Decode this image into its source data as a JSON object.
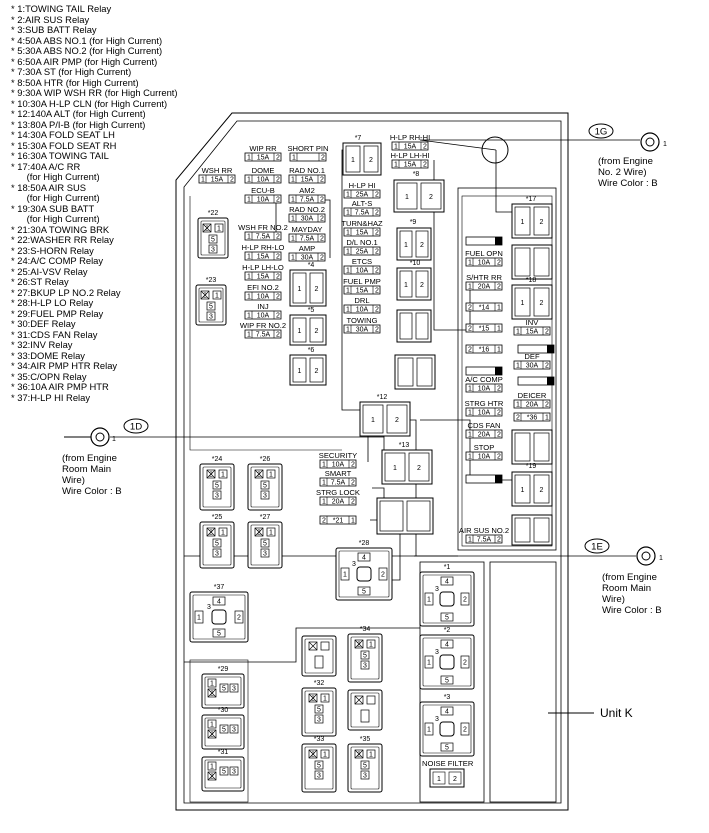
{
  "legend": [
    "* 1:TOWING TAIL Relay",
    "* 2:AIR SUS Relay",
    "* 3:SUB BATT Relay",
    "* 4:50A ABS NO.1 (for High Current)",
    "* 5:30A ABS NO.2 (for High Current)",
    "* 6:50A AIR PMP (for High Current)",
    "* 7:30A ST (for High Current)",
    "* 8:50A HTR (for High Current)",
    "* 9:30A WIP WSH RR (for High Current)",
    "* 10:30A H-LP CLN (for High Current)",
    "* 12:140A ALT (for High Current)",
    "* 13:80A P/I-B (for High Current)",
    "* 14:30A FOLD SEAT LH",
    "* 15:30A FOLD SEAT RH",
    "* 16:30A TOWING TAIL",
    "* 17:40A A/C RR",
    "      (for High Current)",
    "* 18:50A AIR SUS",
    "      (for High Current)",
    "* 19:30A SUB BATT",
    "      (for High Current)",
    "* 21:30A TOWING BRK",
    "* 22:WASHER RR Relay",
    "* 23:S-HORN Relay",
    "* 24:A/C COMP Relay",
    "* 25:AI-VSV Relay",
    "* 26:ST Relay",
    "* 27:BKUP LP NO.2 Relay",
    "* 28:H-LP LO Relay",
    "* 29:FUEL PMP Relay",
    "* 30:DEF Relay",
    "* 31:CDS FAN Relay",
    "* 32:INV Relay",
    "* 33:DOME Relay",
    "* 34:AIR PMP HTR Relay",
    "* 35:C/OPN Relay",
    "* 36:10A AIR PMP HTR",
    "* 37:H-LP HI Relay"
  ],
  "connectors": {
    "c1G": {
      "tag": "1G",
      "pin": "1",
      "from": "(from Engine",
      "from2": "No. 2 Wire)",
      "wire": "Wire Color : B"
    },
    "c1D": {
      "tag": "1D",
      "pin": "1",
      "from": "(from Engine",
      "from2": "Room Main",
      "from3": "Wire)",
      "wire": "Wire Color : B"
    },
    "c1E": {
      "tag": "1E",
      "pin": "1",
      "from": "(from Engine",
      "from2": "Room Main",
      "from3": "Wire)",
      "wire": "Wire Color : B"
    }
  },
  "unit_label": "Unit K",
  "noise_filter": {
    "label": "NOISE FILTER",
    "pin1": "1",
    "pin2": "2"
  },
  "fuses_left": [
    {
      "name": "WIP RR",
      "amp": "15A"
    },
    {
      "name": "DOME",
      "amp": "10A"
    },
    {
      "name": "ECU-B",
      "amp": "10A"
    },
    {
      "name": "WSH FR NO.2",
      "amp": "7.5A"
    },
    {
      "name": "H-LP RH-LO",
      "amp": "15A"
    },
    {
      "name": "H-LP LH-LO",
      "amp": "15A"
    },
    {
      "name": "EFI NO.2",
      "amp": "10A"
    },
    {
      "name": "INJ",
      "amp": "10A"
    },
    {
      "name": "WIP FR NO.2",
      "amp": "7.5A"
    },
    {
      "name": "WSH RR",
      "amp": "15A"
    }
  ],
  "fuses_mid": [
    {
      "name": "SHORT PIN",
      "amp": ""
    },
    {
      "name": "RAD NO.1",
      "amp": "15A"
    },
    {
      "name": "AM2",
      "amp": "7.5A"
    },
    {
      "name": "RAD NO.2",
      "amp": "30A"
    },
    {
      "name": "MAYDAY",
      "amp": "7.5A"
    },
    {
      "name": "AMP",
      "amp": "30A"
    }
  ],
  "fuses_center": [
    {
      "name": "H-LP HI",
      "amp": "25A"
    },
    {
      "name": "ALT-S",
      "amp": "7.5A"
    },
    {
      "name": "TURN&HAZ",
      "amp": "15A"
    },
    {
      "name": "D/L NO.1",
      "amp": "25A"
    },
    {
      "name": "ETCS",
      "amp": "10A"
    },
    {
      "name": "FUEL PMP",
      "amp": "15A"
    },
    {
      "name": "DRL",
      "amp": "10A"
    },
    {
      "name": "TOWING",
      "amp": "30A"
    }
  ],
  "fuses_top": [
    {
      "name": "H-LP RH-HI",
      "amp": "15A"
    },
    {
      "name": "H-LP LH-HI",
      "amp": "15A"
    }
  ],
  "fuses_lower": [
    {
      "name": "SECURITY",
      "amp": "10A"
    },
    {
      "name": "SMART",
      "amp": "7.5A"
    },
    {
      "name": "STRG LOCK",
      "amp": "20A"
    }
  ],
  "fuses_right": [
    {
      "name": "FUEL OPN",
      "amp": "10A"
    },
    {
      "name": "S/HTR RR",
      "amp": "20A"
    },
    {
      "name": "INV",
      "amp": "15A"
    },
    {
      "name": "DEF",
      "amp": "30A"
    },
    {
      "name": "A/C COMP",
      "amp": "10A"
    },
    {
      "name": "DEICER",
      "amp": "20A"
    },
    {
      "name": "STRG HTR",
      "amp": "10A"
    },
    {
      "name": "CDS FAN",
      "amp": "20A"
    },
    {
      "name": "STOP",
      "amp": "10A"
    },
    {
      "name": "AIR SUS NO.2",
      "amp": "7.5A"
    }
  ],
  "refs": {
    "r1": "*1",
    "r2": "*2",
    "r3": "*3",
    "r4": "*4",
    "r5": "*5",
    "r6": "*6",
    "r7": "*7",
    "r8": "*8",
    "r9": "*9",
    "r10": "*10",
    "r12": "*12",
    "r13": "*13",
    "r14": "*14",
    "r15": "*15",
    "r16": "*16",
    "r17": "*17",
    "r18": "*18",
    "r19": "*19",
    "r21": "*21",
    "r22": "*22",
    "r23": "*23",
    "r24": "*24",
    "r25": "*25",
    "r26": "*26",
    "r27": "*27",
    "r28": "*28",
    "r29": "*29",
    "r30": "*30",
    "r31": "*31",
    "r32": "*32",
    "r33": "*33",
    "r34": "*34",
    "r35": "*35",
    "r36": "*36",
    "r37": "*37"
  }
}
